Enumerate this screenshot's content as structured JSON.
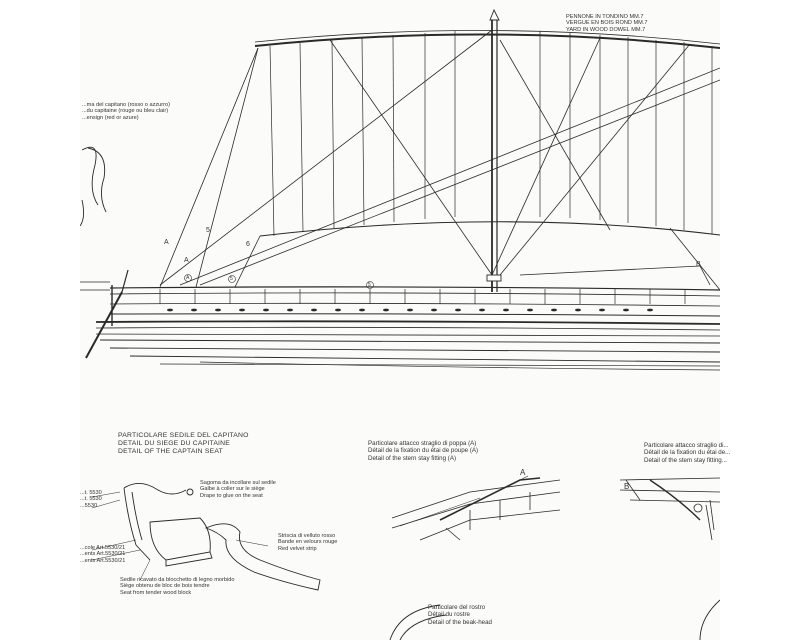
{
  "spar_note": {
    "lines": [
      "PENNONE IN TONDINO MM.7",
      "VERGUE EN BOIS ROND MM.7",
      "YARD IN WOOD DOWEL MM.7"
    ]
  },
  "banner_note": {
    "lines": [
      "...ma del capitano (rosso o azzurro)",
      "...du capitaine (rouge ou bleu clair)",
      "...ensign (red or azure)"
    ]
  },
  "rig_letters": {
    "a1": "A",
    "a2": "A",
    "b": "B",
    "five": "5",
    "six": "6",
    "ring_a": "A",
    "ring_b": "5",
    "ring_c": "5"
  },
  "captain_seat": {
    "title": [
      "PARTICOLARE SEDILE DEL CAPITANO",
      "DETAIL DU SIEGE DU CAPITAINE",
      "DETAIL OF THE CAPTAIN SEAT"
    ],
    "drape_note": [
      "Sagoma da incollare sul sedile",
      "Galbe à coller sur le siège",
      "Drape to glue on the seat"
    ],
    "strip_note": [
      "Striscia di velluto rosso",
      "Bande en velours rouge",
      "Red velvet strip"
    ],
    "block_note": [
      "Sedile ricavato da blocchetto di legno morbido",
      "Siège obtenu de bloc de bois tendre",
      "Seat from tender wood block"
    ],
    "art_top": [
      "...t. 5530",
      "...t. 5530",
      "...5530"
    ],
    "art_bottom": [
      "...cole Art.5530/21",
      "...ents Art.5530/21",
      "...ents Art.5530/21"
    ]
  },
  "stern_stay": {
    "title": [
      "Particolare attacco straglio di poppa (A)",
      "Détail de la fixation du étai de poupe (A)",
      "Detail of the stern stay fitting (A)"
    ],
    "letter": "A"
  },
  "bow_stay": {
    "title": [
      "Particolare attacco straglio di...",
      "Détail de la fixation du étai de...",
      "Detail of the stem stay fitting..."
    ],
    "letter": "B"
  },
  "beak_head": {
    "title": [
      "Particolare del rostro",
      "Détail du rostre",
      "Detail of the beak-head"
    ]
  }
}
